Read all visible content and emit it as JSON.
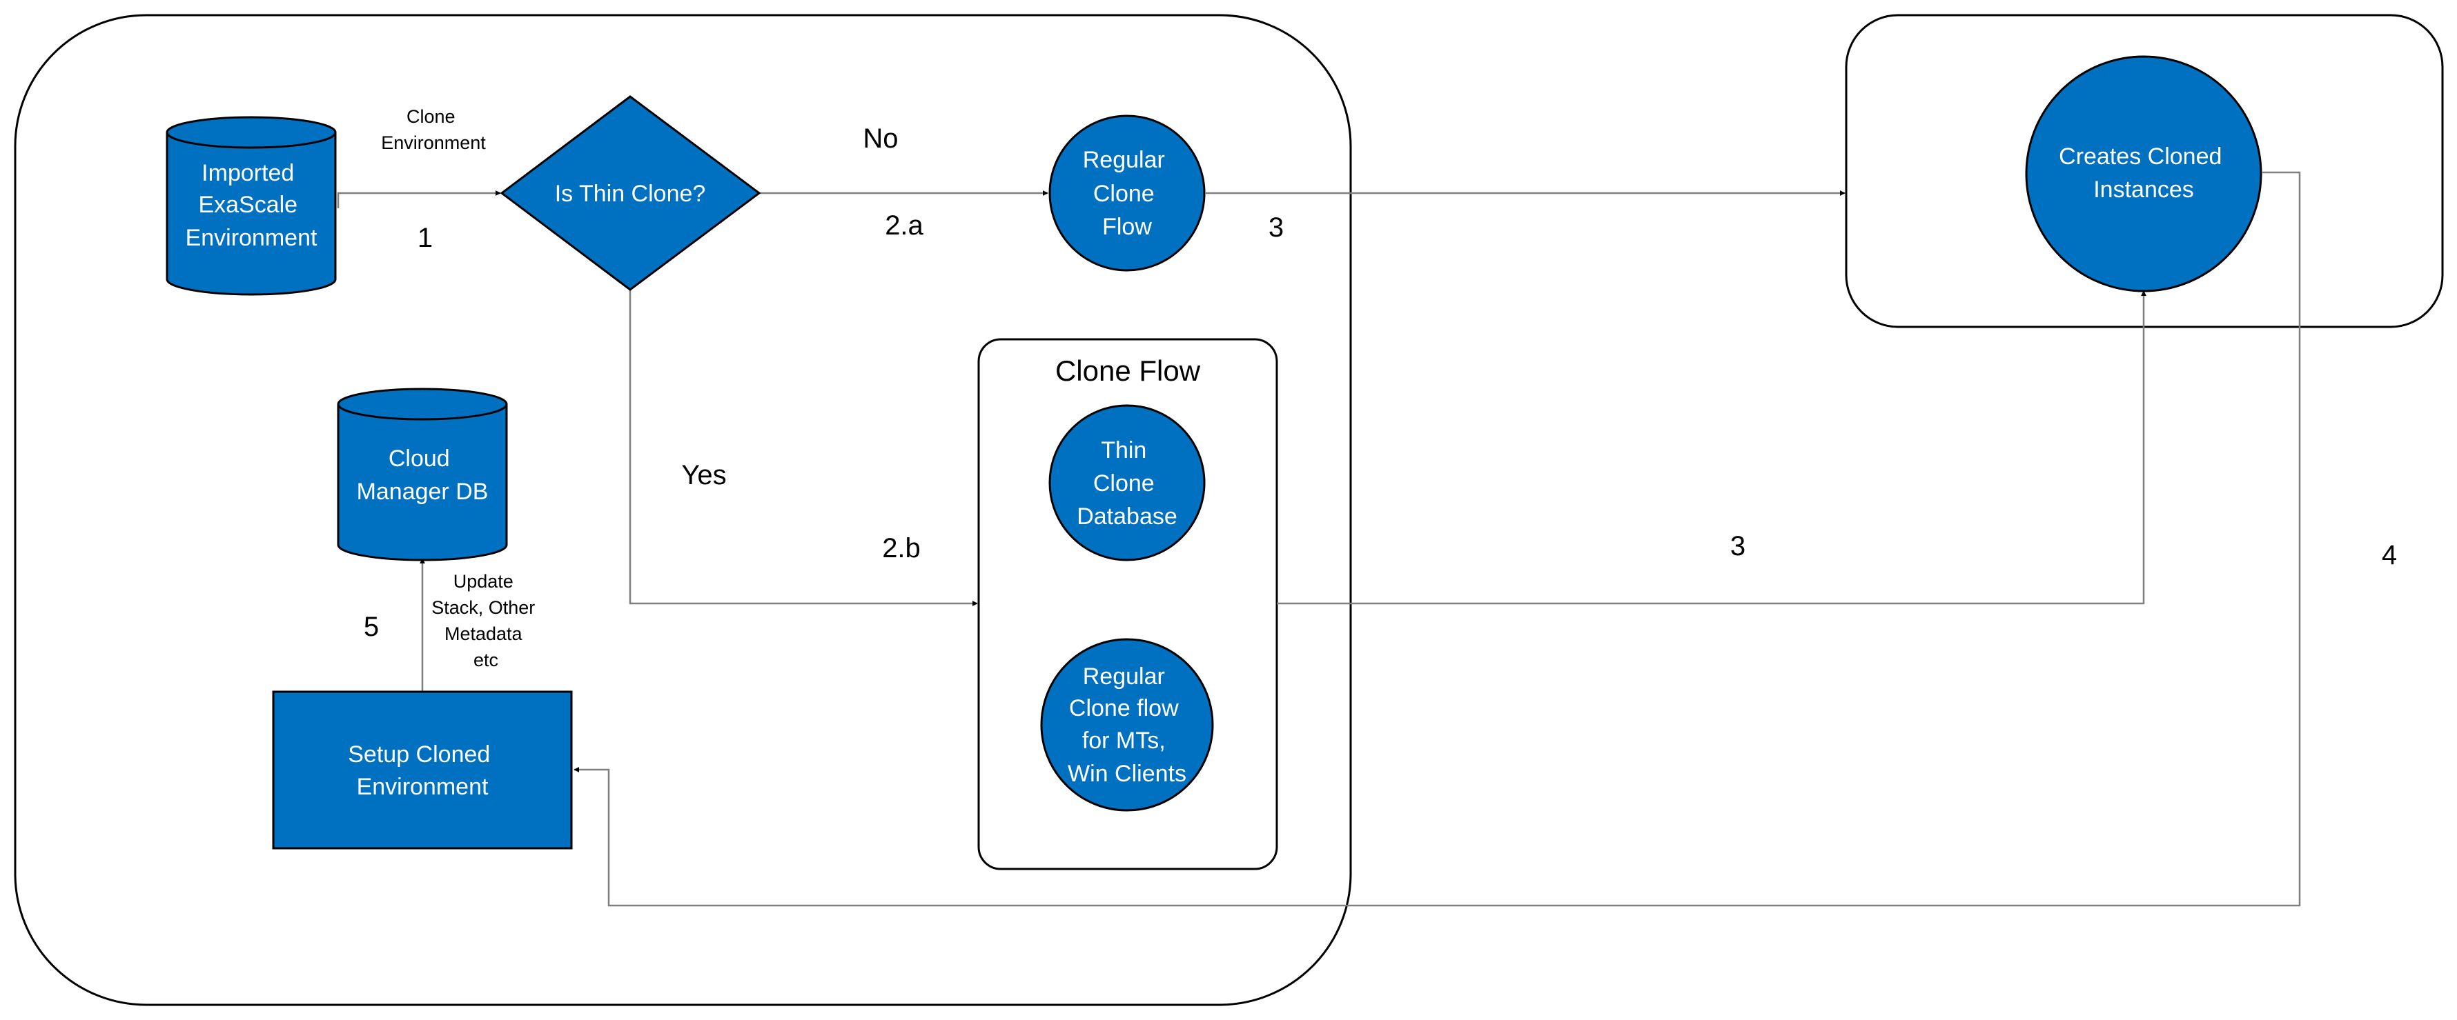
{
  "colors": {
    "node_fill": "#0070c0",
    "node_stroke": "#000000",
    "edge": "#7f7f7f",
    "text_on_node": "#ffffff"
  },
  "nodes": {
    "imported_env": [
      "Imported",
      "ExaScale",
      "Environment"
    ],
    "is_thin_clone": [
      "Is Thin Clone?"
    ],
    "regular_clone_flow": [
      "Regular",
      "Clone",
      "Flow"
    ],
    "creates_cloned_instances": [
      "Creates Cloned",
      "Instances"
    ],
    "clone_flow_group_title": "Clone Flow",
    "thin_clone_database": [
      "Thin",
      "Clone",
      "Database"
    ],
    "regular_clone_flow_mts": [
      "Regular",
      "Clone flow",
      "for MTs,",
      "Win Clients"
    ],
    "cloud_manager_db": [
      "Cloud",
      "Manager DB"
    ],
    "setup_cloned_env": [
      "Setup Cloned",
      "Environment"
    ]
  },
  "edge_labels": {
    "clone_environment": [
      "Clone",
      "Environment"
    ],
    "step_1": "1",
    "no": "No",
    "step_2a": "2.a",
    "step_3_top": "3",
    "yes": "Yes",
    "step_2b": "2.b",
    "step_3_mid": "3",
    "step_4": "4",
    "step_5": "5",
    "update_stack": [
      "Update",
      "Stack, Other",
      "Metadata",
      "etc"
    ]
  }
}
